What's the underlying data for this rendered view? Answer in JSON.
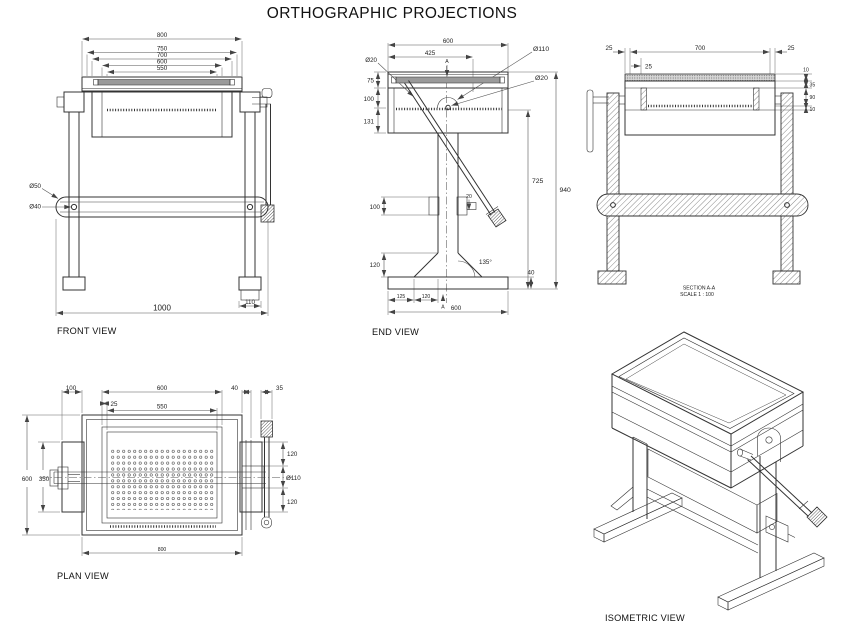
{
  "title": "ORTHOGRAPHIC PROJECTIONS",
  "colors": {
    "line": "#333333",
    "dim_line": "#555555",
    "text": "#222222",
    "board_strip": "#9a9a9a",
    "slab_fill": "#d8d8d8"
  },
  "front_view": {
    "label": "FRONT VIEW",
    "dim_800": "800",
    "dim_750": "750",
    "dim_700": "700",
    "dim_600": "600",
    "dim_550": "550",
    "dia_50": "Ø50",
    "dia_40": "Ø40",
    "dim_1000": "1000",
    "dim_110": "110"
  },
  "end_view": {
    "label": "END VIEW",
    "dim_600_top": "600",
    "dim_425": "425",
    "dia_110": "Ø110",
    "dia_20_shaft": "Ø20",
    "dia_20_handle": "Ø20",
    "dim_75": "75",
    "dim_100_frame": "100",
    "dim_131": "131",
    "dim_100_clamp": "100",
    "dim_20_bolt": "20",
    "dim_725": "725",
    "dim_940": "940",
    "dim_120_splay": "120",
    "angle_135": "135°",
    "dim_40_base": "40",
    "dim_125": "125",
    "dim_120_foot": "120",
    "dim_600_bottom": "600",
    "section_marker": "A"
  },
  "section_view": {
    "label": "SECTION A-A",
    "scale_note": "SCALE 1 : 100",
    "dim_25_left": "25",
    "dim_700": "700",
    "dim_25_right": "25",
    "dim_25_rail": "25",
    "dim_10_top": "10",
    "dim_35": "35",
    "dim_90": "90",
    "dim_10_bottom": "10"
  },
  "plan_view": {
    "label": "PLAN VIEW",
    "dim_100": "100",
    "dim_600_top": "600",
    "dim_25": "25",
    "dim_550": "550",
    "dim_40": "40",
    "dim_35": "35",
    "dim_600_side": "600",
    "dim_350": "350",
    "dim_120_upper": "120",
    "dia_110": "Ø110",
    "dim_120_lower": "120",
    "dim_800": "800"
  },
  "iso_view": {
    "label": "ISOMETRIC VIEW"
  }
}
